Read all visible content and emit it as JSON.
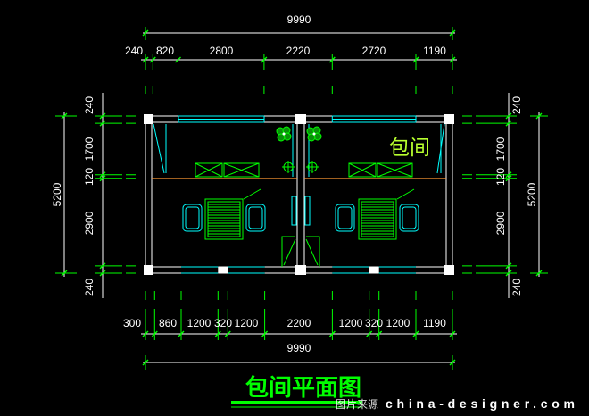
{
  "drawing": {
    "dimensions": {
      "top": {
        "overall": "9990",
        "segments": [
          "240",
          "820",
          "2800",
          "2220",
          "2720",
          "1190"
        ]
      },
      "bottom": {
        "segments": [
          "300",
          "860",
          "1200",
          "320",
          "1200",
          "2200",
          "1200",
          "320",
          "1200",
          "1190"
        ],
        "overall": "9990"
      },
      "left": {
        "overall": "5200",
        "segments": [
          "240",
          "1700",
          "120",
          "2900",
          "240"
        ]
      },
      "right": {
        "overall": "5200",
        "segments": [
          "240",
          "1700",
          "120",
          "2900",
          "240"
        ]
      }
    },
    "room_label": "包间",
    "title": "包间平面图"
  },
  "watermark": {
    "prefix": "图片来源",
    "site": "china-designer.com"
  },
  "colors": {
    "background": "#000000",
    "dimension_text": "#ffffff",
    "dimension_line": "#ffffff",
    "extension_line": "#00ff00",
    "wall": "#ffffff",
    "window": "#00ffff",
    "ceiling_line": "#ff9933",
    "furniture": "#00ff00",
    "plant_fill": "#0a8f0a",
    "chair": "#00ffff",
    "room_label": "#b8ff2e",
    "title": "#00ff00",
    "watermark": "#ffffff"
  }
}
